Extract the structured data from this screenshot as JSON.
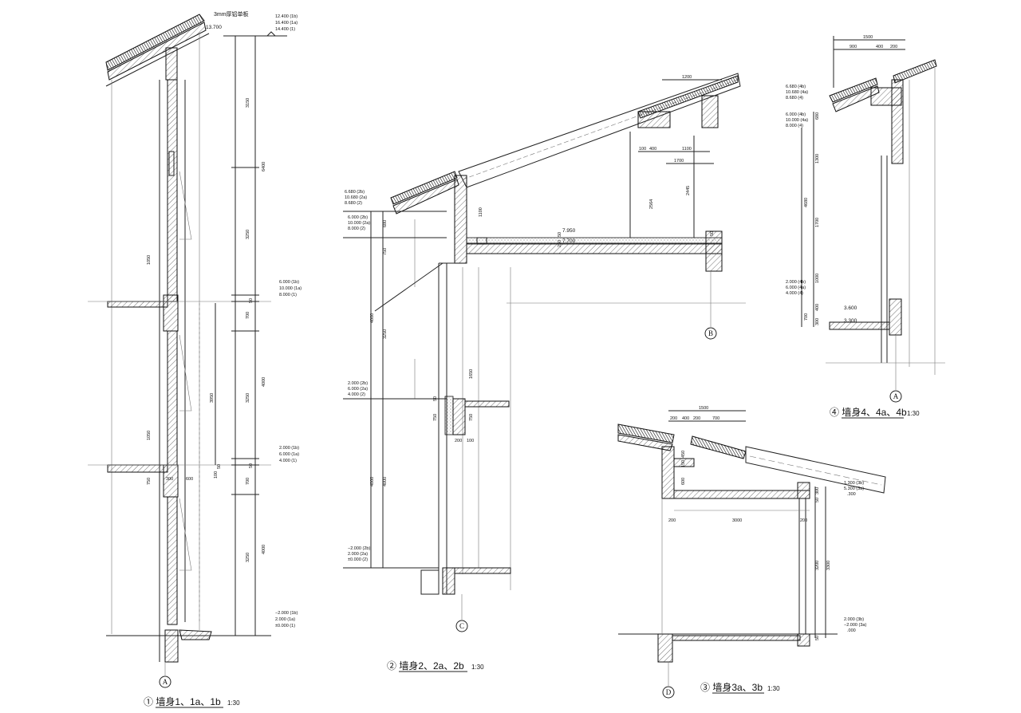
{
  "colors": {
    "line": "#222222",
    "background": "#ffffff"
  },
  "sections": [
    {
      "title": "① 墙身1、1a、1b",
      "scale": "1:30",
      "axis": "A",
      "notes": [
        "3mm厚铝单板",
        "13.700"
      ],
      "elevations": [
        [
          "12.400 (1b)",
          "16.400 (1a)",
          "14.400 (1)"
        ],
        [
          "6.000 (1b)",
          "10.000 (1a)",
          "8.000 (1)"
        ],
        [
          "2.000 (1b)",
          "6.000 (1a)",
          "4.000 (1)"
        ],
        [
          "−2.000 (1b)",
          "2.000 (1a)",
          "±0.000 (1)"
        ]
      ],
      "dims": [
        "3150",
        "6400",
        "3250",
        "50",
        "700",
        "4000",
        "3950",
        "3250",
        "50",
        "700",
        "4000",
        "3250",
        "1050",
        "1050",
        "300",
        "600",
        "750",
        "100",
        "50"
      ]
    },
    {
      "title": "② 墙身2、2a、2b",
      "scale": "1:30",
      "axis_c": "C",
      "axis_b": "B",
      "levels": [
        "7.950",
        "7.700"
      ],
      "elevations": [
        [
          "6.680 (2b)",
          "10.680 (2a)",
          "8.680 (2)"
        ],
        [
          "6.000 (2b)",
          "10.000 (2a)",
          "8.000 (2)"
        ],
        [
          "2.000 (2b)",
          "6.000 (2a)",
          "4.000 (2)"
        ],
        [
          "−2.000 (2b)",
          "2.000 (2a)",
          "±0.000 (2)"
        ]
      ],
      "dims": [
        "1200",
        "100",
        "400",
        "1100",
        "1700",
        "2564",
        "2445",
        "1100",
        "50",
        "250",
        "50",
        "680",
        "750",
        "4000",
        "3250",
        "1650",
        "50",
        "750",
        "750",
        "200",
        "100",
        "4000",
        "4000"
      ]
    },
    {
      "title": "③ 墙身3a、3b",
      "scale": "1:30",
      "axis": "D",
      "elevations": [
        [
          "1.300 (3b)",
          "5.300 (3a)",
          ".300"
        ],
        [
          "2.000 (3b)",
          "−2.000 (3a)",
          ".000"
        ]
      ],
      "dims": [
        "1500",
        "200",
        "400",
        "200",
        "700",
        "450",
        "150",
        "600",
        "200",
        "3000",
        "200",
        "300",
        "50",
        "3200",
        "3300",
        "50"
      ]
    },
    {
      "title": "④ 墙身4、4a、4b",
      "scale": "1:30",
      "axis": "A",
      "levels": [
        "3.600",
        "3.300"
      ],
      "elevations": [
        [
          "6.680 (4b)",
          "10.680 (4a)",
          "8.680 (4)"
        ],
        [
          "6.000 (4b)",
          "10.000 (4a)",
          "8.000 (4)"
        ],
        [
          "2.000 (4b)",
          "6.000 (4a)",
          "4.000 (4)"
        ]
      ],
      "dims": [
        "1500",
        "900",
        "400",
        "200",
        "680",
        "1300",
        "4680",
        "1700",
        "1000",
        "400",
        "700",
        "300"
      ]
    }
  ]
}
